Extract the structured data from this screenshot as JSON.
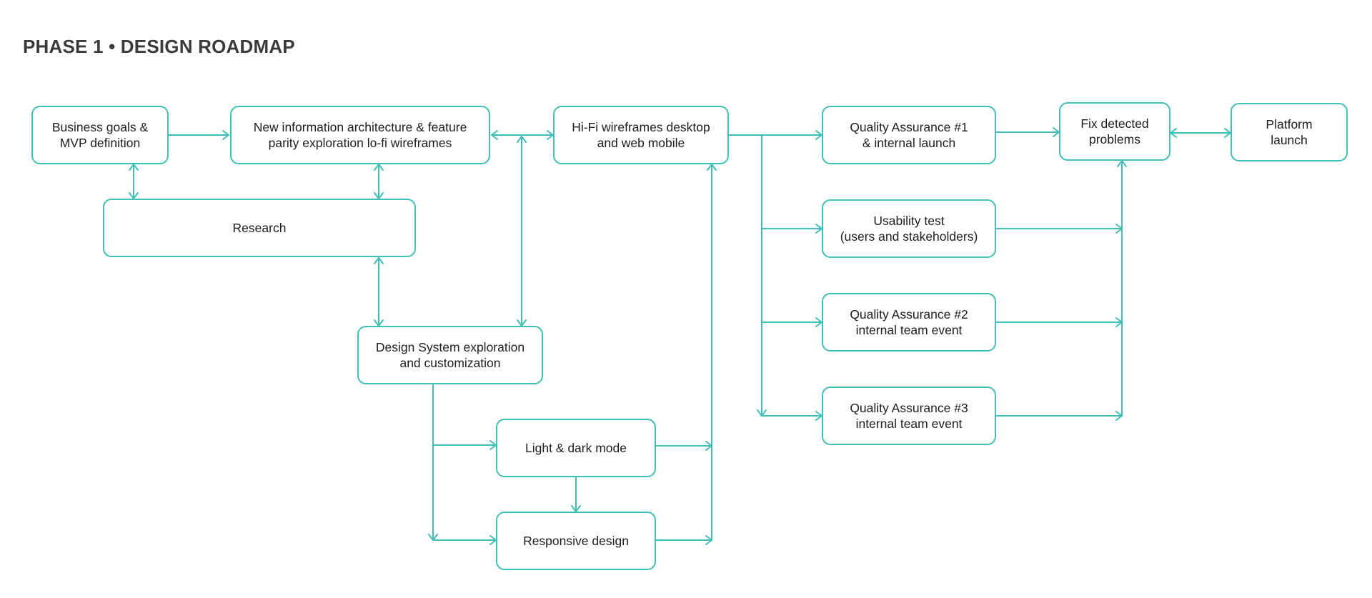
{
  "title": "PHASE 1 • DESIGN ROADMAP",
  "colors": {
    "accent": "#3fbfb7",
    "text": "#1e1e1e",
    "title": "#3a3a3a"
  },
  "nodes": {
    "business_goals": "Business goals &\nMVP definition",
    "new_info_arch": "New information architecture & feature\nparity exploration lo-fi wireframes",
    "research": "Research",
    "design_system": "Design System exploration\nand customization",
    "light_dark": "Light & dark mode",
    "responsive": "Responsive design",
    "hifi": "Hi-Fi wireframes desktop\nand web mobile",
    "qa1": "Quality Assurance #1\n& internal launch",
    "usability": "Usability test\n(users and stakeholders)",
    "qa2": "Quality Assurance #2\ninternal team event",
    "qa3": "Quality Assurance #3\ninternal team event",
    "fix": "Fix detected\nproblems",
    "launch": "Platform\nlaunch"
  },
  "edges": [
    {
      "from": "business_goals",
      "to": "new_info_arch",
      "direction": "forward"
    },
    {
      "from": "business_goals",
      "to": "research",
      "direction": "both"
    },
    {
      "from": "new_info_arch",
      "to": "research",
      "direction": "both"
    },
    {
      "from": "new_info_arch",
      "to": "hifi",
      "direction": "both"
    },
    {
      "from": "research",
      "to": "design_system",
      "direction": "both"
    },
    {
      "from": "new_info_arch",
      "to": "design_system",
      "direction": "both"
    },
    {
      "from": "design_system",
      "to": "light_dark",
      "direction": "forward"
    },
    {
      "from": "design_system",
      "to": "responsive",
      "direction": "forward"
    },
    {
      "from": "light_dark",
      "to": "responsive",
      "direction": "forward"
    },
    {
      "from": "light_dark",
      "to": "hifi",
      "direction": "forward"
    },
    {
      "from": "responsive",
      "to": "hifi",
      "direction": "forward"
    },
    {
      "from": "hifi",
      "to": "qa1",
      "direction": "forward"
    },
    {
      "from": "hifi",
      "to": "usability",
      "direction": "forward"
    },
    {
      "from": "hifi",
      "to": "qa2",
      "direction": "forward"
    },
    {
      "from": "hifi",
      "to": "qa3",
      "direction": "forward"
    },
    {
      "from": "qa1",
      "to": "fix",
      "direction": "forward"
    },
    {
      "from": "usability",
      "to": "fix",
      "direction": "forward"
    },
    {
      "from": "qa2",
      "to": "fix",
      "direction": "forward"
    },
    {
      "from": "qa3",
      "to": "fix",
      "direction": "forward"
    },
    {
      "from": "fix",
      "to": "launch",
      "direction": "both"
    }
  ]
}
